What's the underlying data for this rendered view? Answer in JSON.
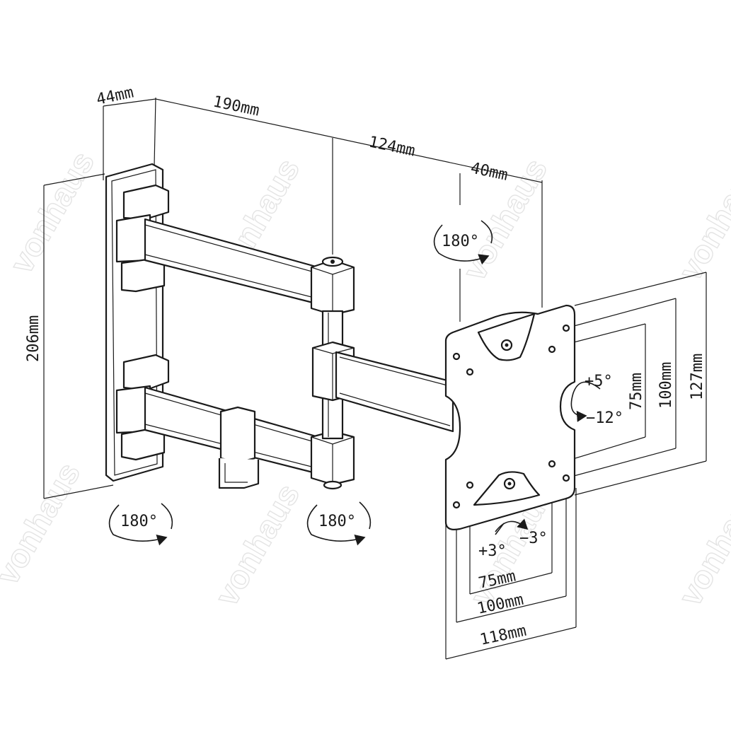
{
  "watermark": "vonhaus",
  "dimensions": {
    "depth_wall": "44mm",
    "arm_1": "190mm",
    "arm_2": "124mm",
    "plate_depth": "40mm",
    "height": "206mm",
    "vesa_v_75": "75mm",
    "vesa_v_100": "100mm",
    "plate_height": "127mm",
    "vesa_h_75": "75mm",
    "vesa_h_100": "100mm",
    "plate_width": "118mm"
  },
  "angles": {
    "swivel_top": "180°",
    "swivel_wall": "180°",
    "swivel_elbow": "180°",
    "tilt_up": "+5°",
    "tilt_down": "−12°",
    "rotate_plus": "+3°",
    "rotate_minus": "−3°"
  }
}
